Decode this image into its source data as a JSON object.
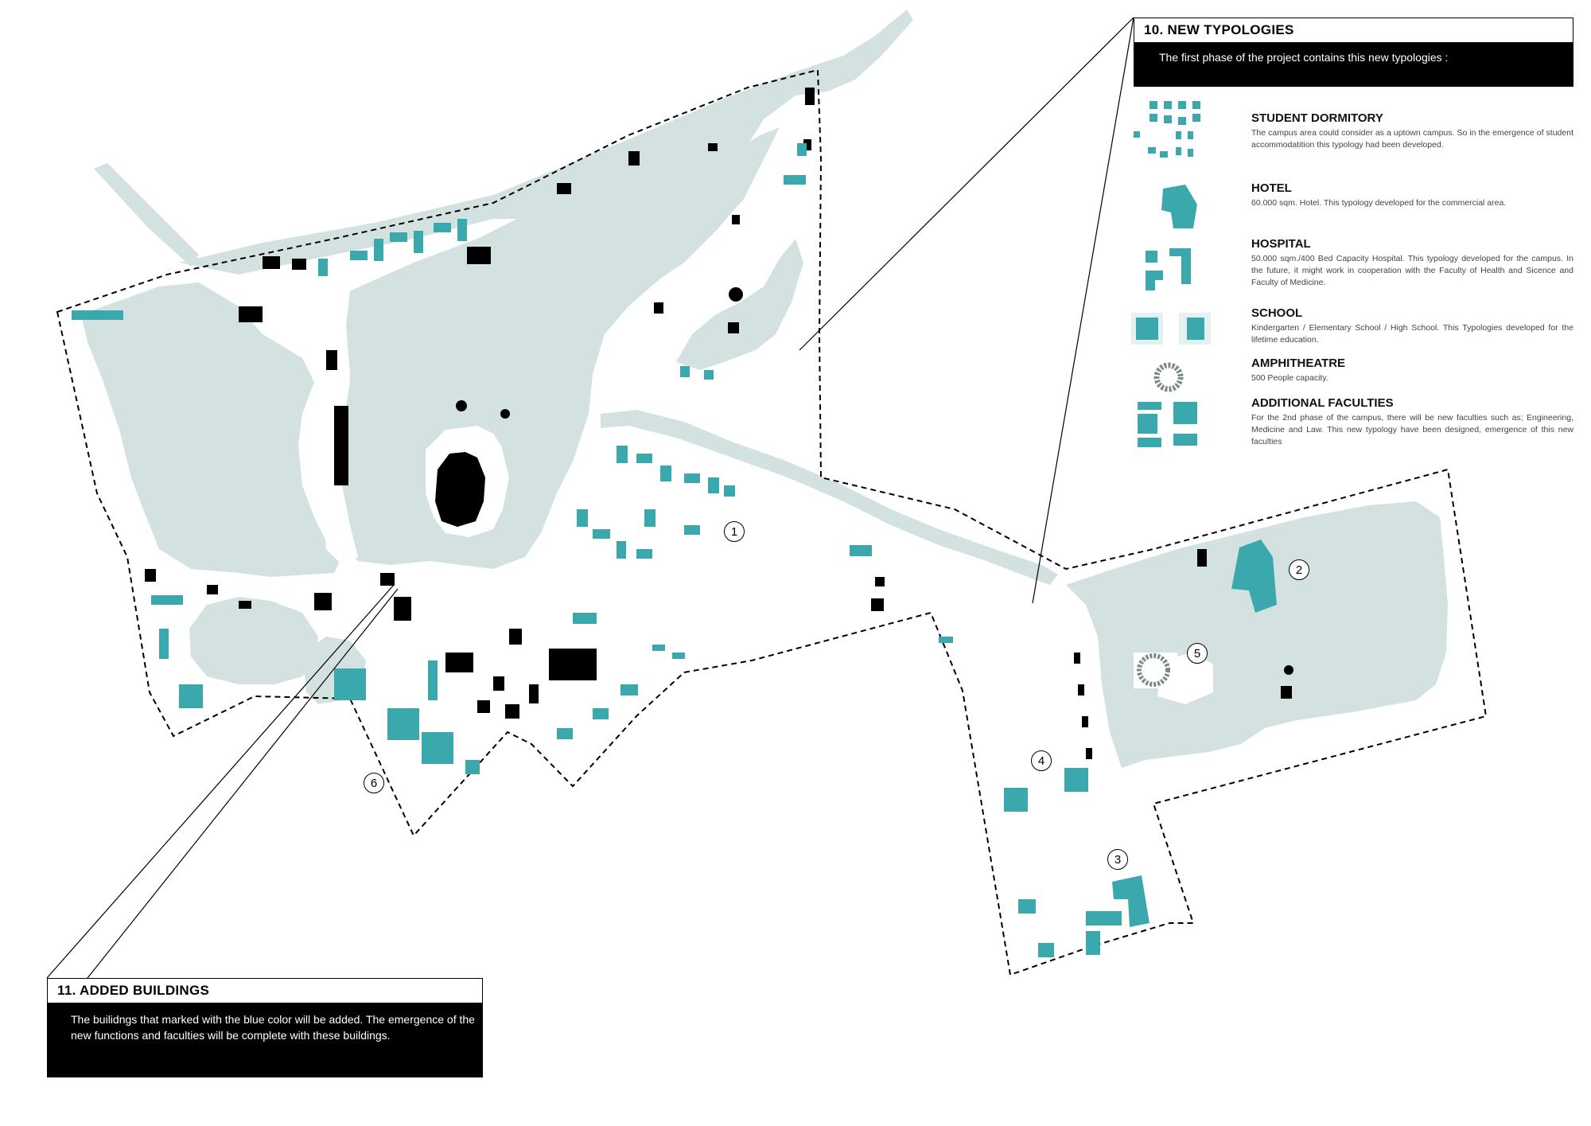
{
  "colors": {
    "water": "#d3e2e0",
    "added": "#3ba8ad",
    "existing": "#000000",
    "boundary": "#000000",
    "panel_bg": "#000000",
    "panel_text": "#ffffff"
  },
  "typologies_panel": {
    "title": "10. NEW TYPOLOGIES",
    "intro": "The first phase of the project contains this  new typologies :",
    "items": [
      {
        "title": "STUDENT DORMITORY",
        "description": "The campus area could consider as a uptown campus. So in the emergence of student accommodatition this typology had been developed.",
        "icon": "dormitory-icon"
      },
      {
        "title": "HOTEL",
        "description": "60.000 sqm. Hotel. This typology developed for the commercial area.",
        "icon": "hotel-icon"
      },
      {
        "title": "HOSPITAL",
        "description": "50.000 sqm./400 Bed Capacity Hospital. This typology developed for the campus. In the future, it might work in cooperation with the Faculty of Health and Sicence and Faculty of Medicine.",
        "icon": "hospital-icon"
      },
      {
        "title": "SCHOOL",
        "description": "Kindergarten / Elementary School / High School. This Typologies developed for the lifetime education.",
        "icon": "school-icon"
      },
      {
        "title": "AMPHITHEATRE",
        "description": "500 People capacity.",
        "icon": "amphitheatre-icon"
      },
      {
        "title": "ADDITIONAL FACULTIES",
        "description": "For the 2nd phase of the campus, there will be new faculties such as; Engineering, Medicine and Law. This new typology have been designed, emergence of this new faculties",
        "icon": "faculty-icon"
      }
    ]
  },
  "added_panel": {
    "title": "11. ADDED BUILDINGS",
    "text": "The builidngs that marked with the blue color will be added. The emergence of the new functions and faculties will be complete with these buildings."
  },
  "markers": [
    "1",
    "2",
    "3",
    "4",
    "5",
    "6"
  ]
}
